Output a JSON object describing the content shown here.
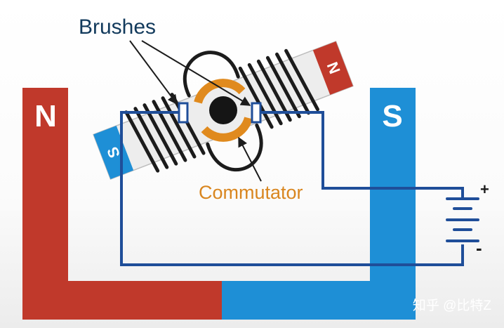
{
  "labels": {
    "brushes": "Brushes",
    "commutator": "Commutator",
    "magnet_left": "N",
    "magnet_right": "S",
    "armature_top": "N",
    "armature_bottom": "S",
    "battery_plus": "+",
    "battery_minus": "-",
    "watermark": "知乎 @比特Z"
  },
  "colors": {
    "north": "#c0392b",
    "south": "#1e8fd6",
    "wire": "#1f4e99",
    "coil": "#1c1c1c",
    "commutator": "#e08a1e",
    "brushes_text": "#123a5c",
    "commutator_text": "#d9861f"
  }
}
